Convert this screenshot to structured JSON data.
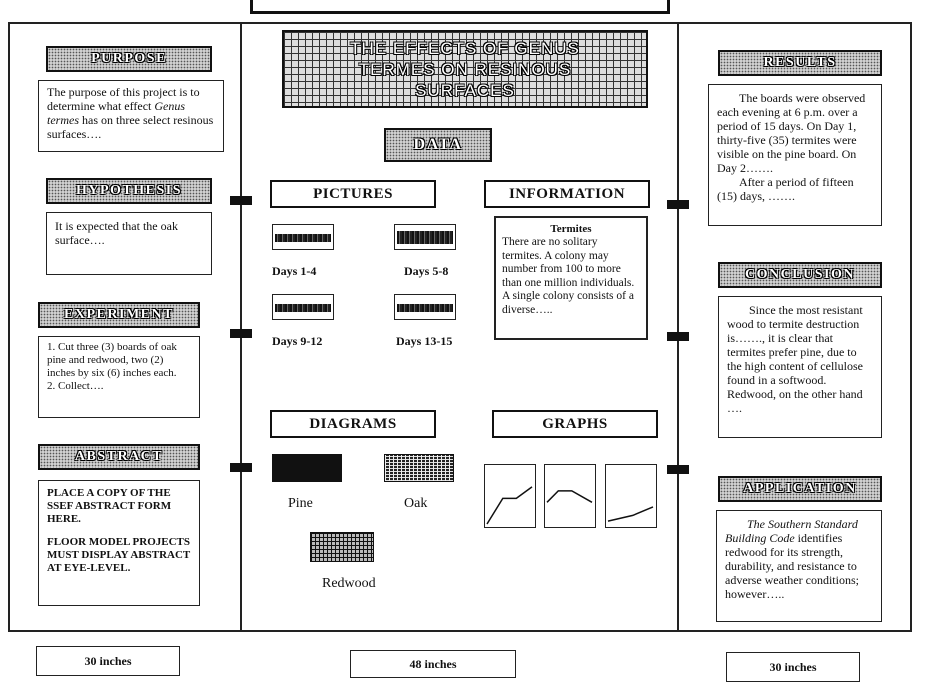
{
  "board": {
    "title_lines": [
      "THE EFFECTS OF GENUS",
      "TERMES ON RESINOUS",
      "SURFACES"
    ]
  },
  "left": {
    "purpose": {
      "header": "PURPOSE",
      "text_pre": "The purpose of this project is to determine what effect ",
      "text_em": "Genus termes",
      "text_post": " has on three select resinous surfaces…."
    },
    "hypothesis": {
      "header": "HYPOTHESIS",
      "text": "It is expected that the oak surface…."
    },
    "experiment": {
      "header": "EXPERIMENT",
      "line1": "1.  Cut three (3) boards of oak pine and redwood, two (2) inches by six (6) inches each.",
      "line2": "2.  Collect…."
    },
    "abstract": {
      "header": "ABSTRACT",
      "line1": "PLACE A COPY OF THE SSEF ABSTRACT FORM HERE.",
      "line2": "FLOOR MODEL PROJECTS MUST DISPLAY ABSTRACT AT EYE-LEVEL."
    }
  },
  "center": {
    "data_header": "DATA",
    "pictures": {
      "header": "PICTURES",
      "items": [
        "Days 1-4",
        "Days 5-8",
        "Days 9-12",
        "Days 13-15"
      ]
    },
    "information": {
      "header": "INFORMATION",
      "title": "Termites",
      "text": "There are no solitary termites.  A colony may number from 100 to more than one million individuals.  A single colony consists of a diverse….."
    },
    "diagrams": {
      "header": "DIAGRAMS",
      "pine": "Pine",
      "oak": "Oak",
      "redwood": "Redwood"
    },
    "graphs": {
      "header": "GRAPHS",
      "lines": [
        [
          [
            0,
            1.0
          ],
          [
            0.35,
            0.55
          ],
          [
            0.65,
            0.55
          ],
          [
            1.0,
            0.35
          ]
        ],
        [
          [
            0,
            0.62
          ],
          [
            0.25,
            0.42
          ],
          [
            0.55,
            0.42
          ],
          [
            1.0,
            0.62
          ]
        ],
        [
          [
            0,
            0.95
          ],
          [
            0.55,
            0.85
          ],
          [
            1.0,
            0.7
          ]
        ]
      ]
    }
  },
  "right": {
    "results": {
      "header": "RESULTS",
      "text1": "The boards were observed each evening at 6 p.m. over a period of 15 days.  On Day 1, thirty-five (35) termites were visible on the pine board.  On Day 2…….",
      "text2": "After a period of fifteen (15) days, ……."
    },
    "conclusion": {
      "header": "CONCLUSION",
      "text": "Since the most resistant wood to termite destruction is……., it is clear that termites prefer pine, due to the high content of cellulose found in a softwood.  Redwood, on the other hand …."
    },
    "application": {
      "header": "APPLICATION",
      "text_em": "The Southern Standard Building Code",
      "text_post": " identifies redwood for its strength, durability, and resistance to adverse weather conditions; however….."
    }
  },
  "dimensions": {
    "left": "30 inches",
    "center": "48 inches",
    "right": "30 inches"
  }
}
